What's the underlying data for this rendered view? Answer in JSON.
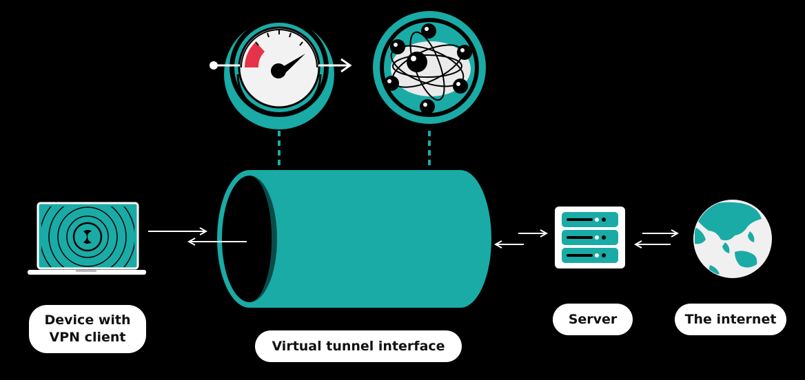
{
  "labels": {
    "device_line1": "Device with",
    "device_line2": "VPN client",
    "tunnel": "Virtual tunnel interface",
    "server": "Server",
    "internet": "The internet"
  },
  "colors": {
    "background": "#000000",
    "teal": "#1aaba6",
    "teal_dark": "#0f7f7b",
    "gauge_red": "#e5334a",
    "white": "#ffffff"
  },
  "icons": {
    "laptop": "laptop-icon",
    "shield_logo": "vpn-logo-icon",
    "speed": "speedometer-icon",
    "network": "network-sphere-icon",
    "server": "server-icon",
    "globe": "globe-icon"
  }
}
